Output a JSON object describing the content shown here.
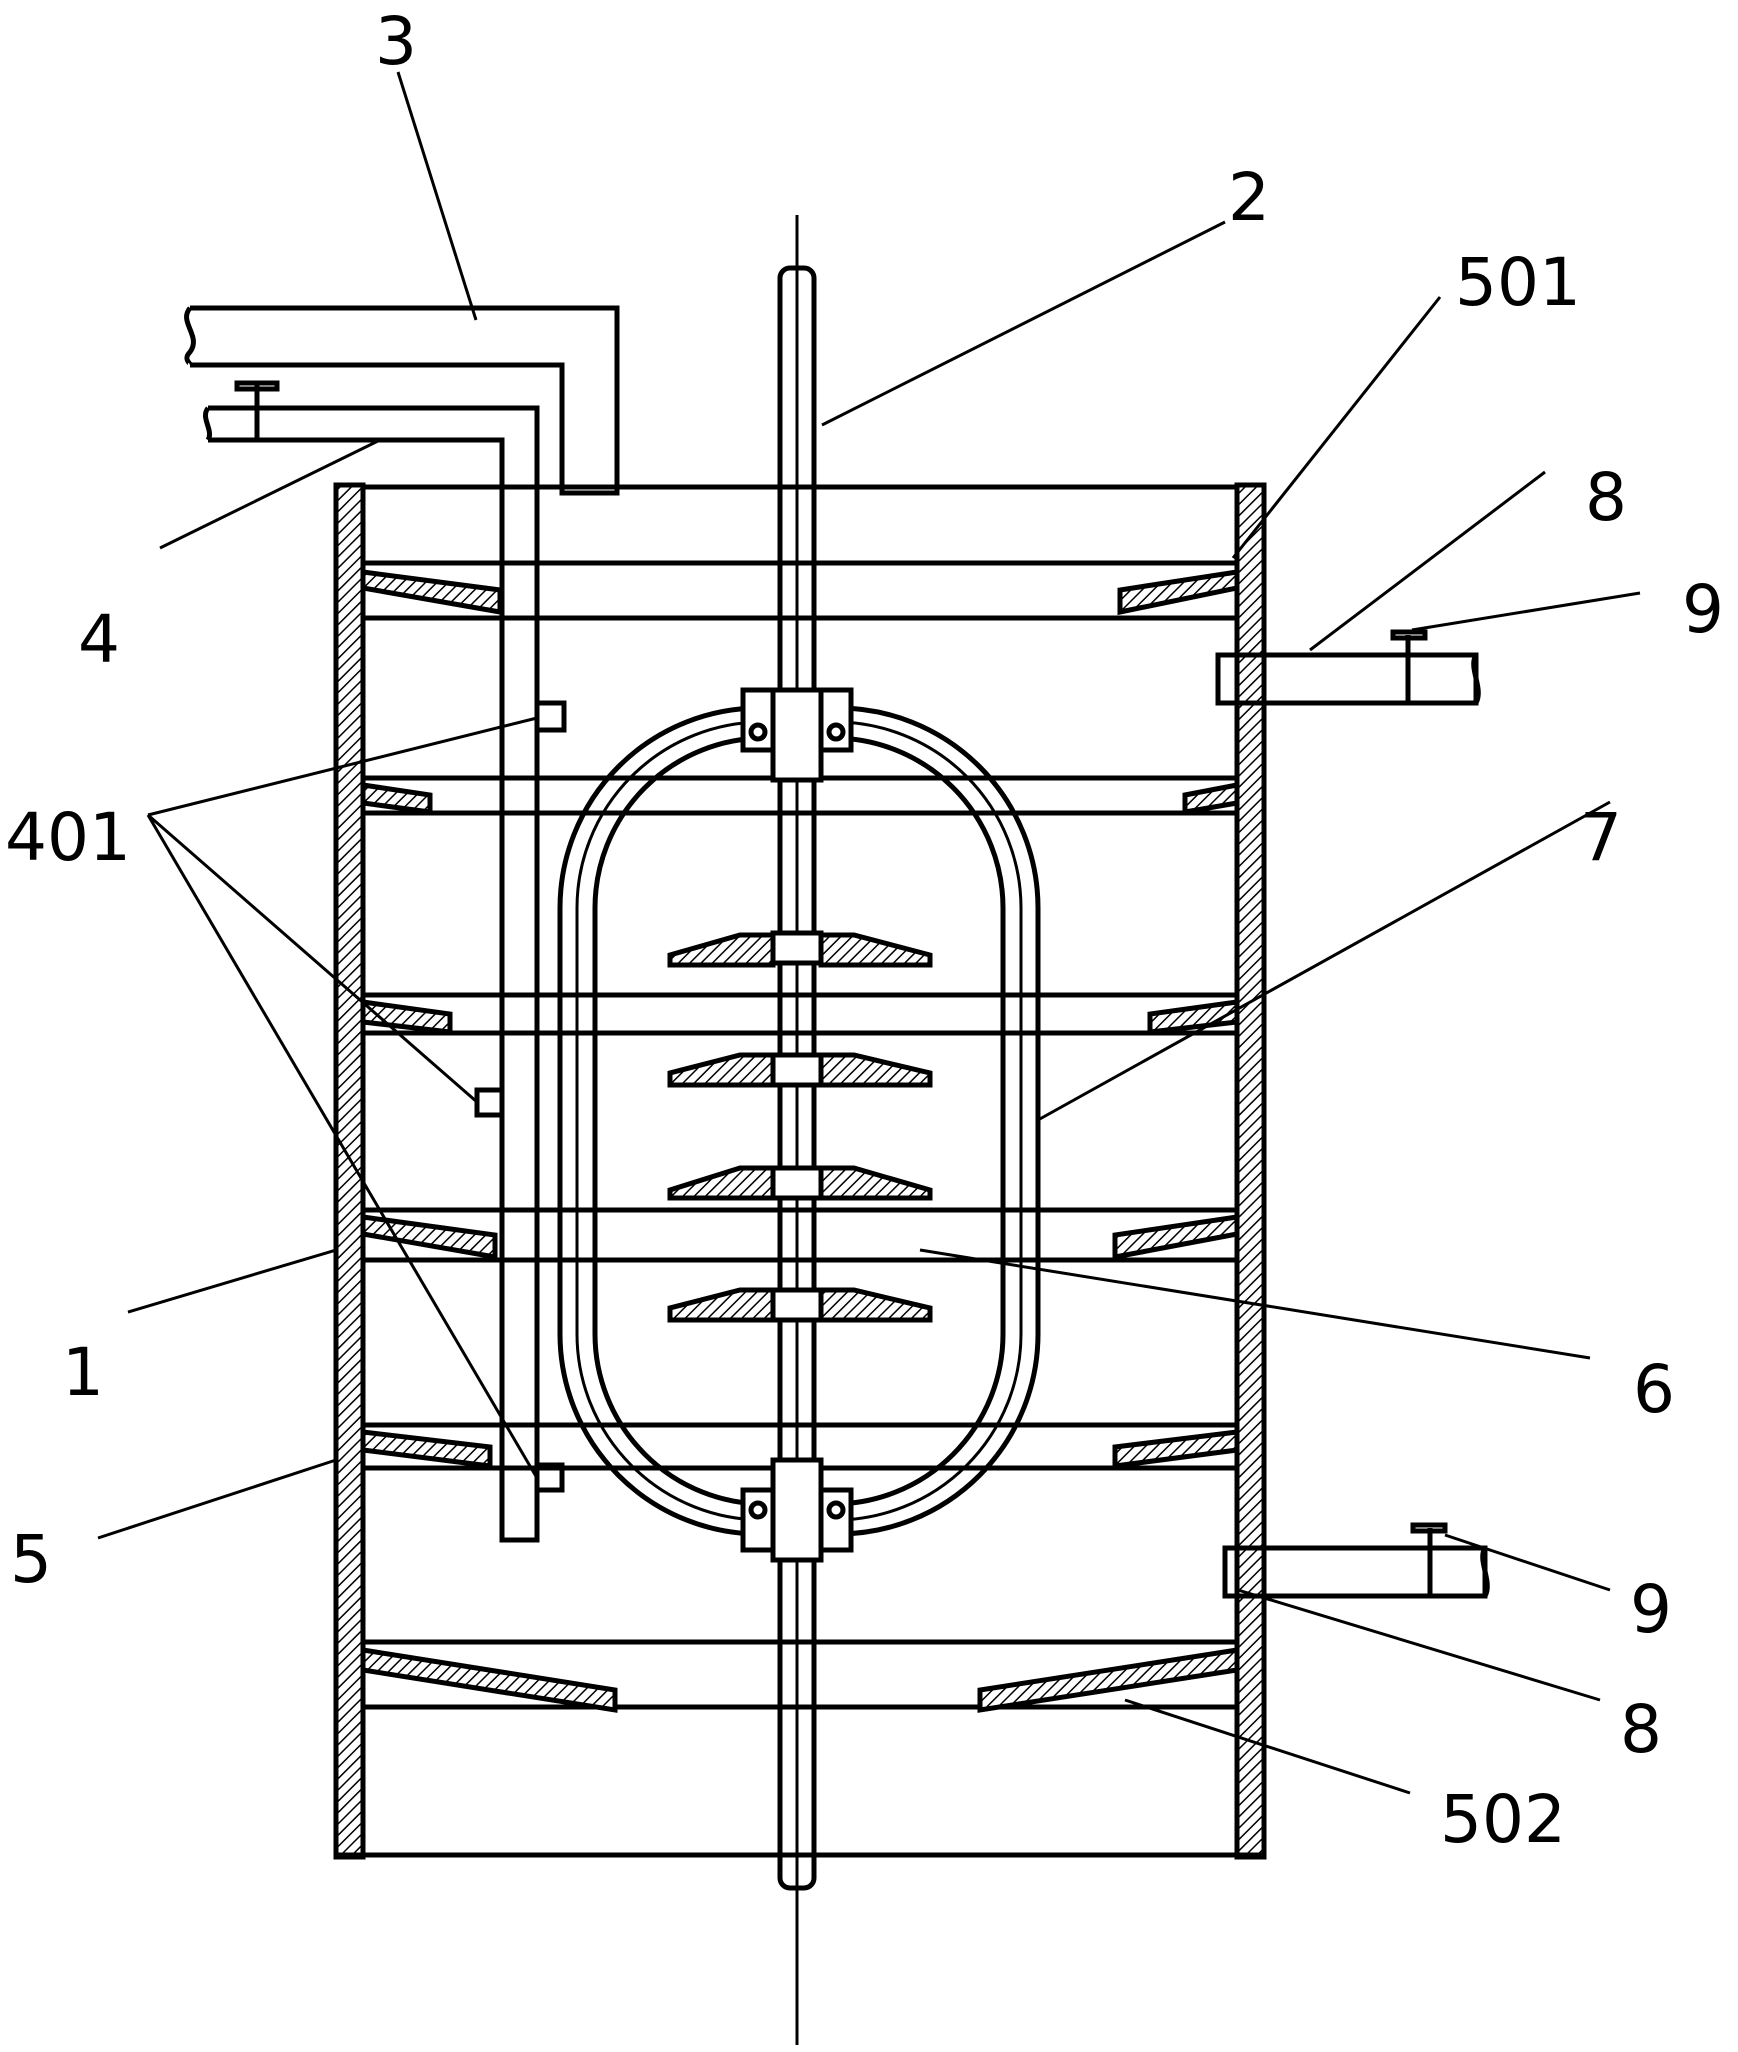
{
  "labels": {
    "l1": "1",
    "l2": "2",
    "l3": "3",
    "l4": "4",
    "l5": "5",
    "l6": "6",
    "l7": "7",
    "l8a": "8",
    "l8b": "8",
    "l9a": "9",
    "l9b": "9",
    "l401": "401",
    "l501": "501",
    "l502": "502"
  }
}
